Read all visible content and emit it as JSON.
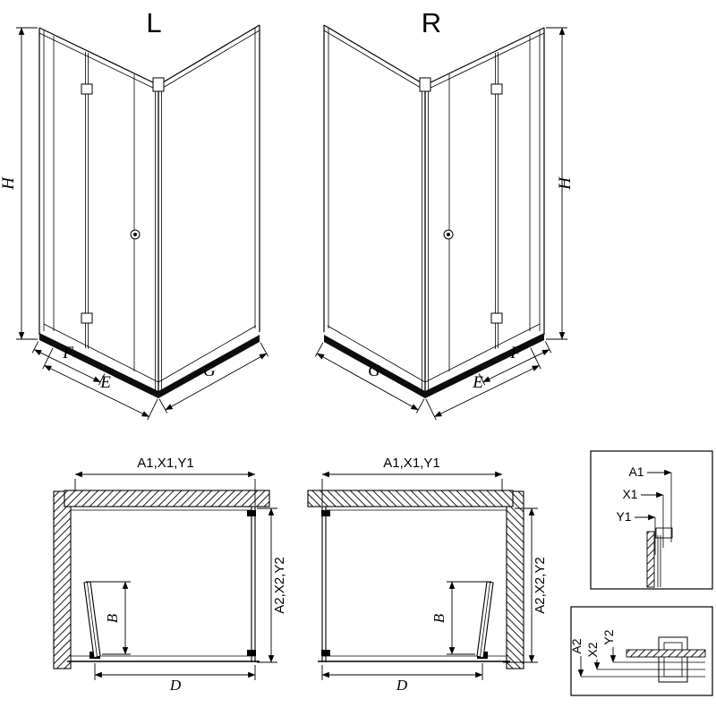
{
  "variants": {
    "left": "L",
    "right": "R"
  },
  "dims": {
    "height": "H",
    "front_fixed": "F",
    "front_entry": "E",
    "side": "G",
    "width_group": "A1,X1,Y1",
    "depth_group": "A2,X2,Y2",
    "door_projection": "B",
    "entry_width": "D"
  },
  "detail_width": {
    "outer": "A1",
    "middle": "X1",
    "inner": "Y1"
  },
  "detail_depth": {
    "outer": "A2",
    "middle": "X2",
    "inner": "Y2"
  },
  "colors": {
    "line": "#000000",
    "background": "#ffffff"
  }
}
